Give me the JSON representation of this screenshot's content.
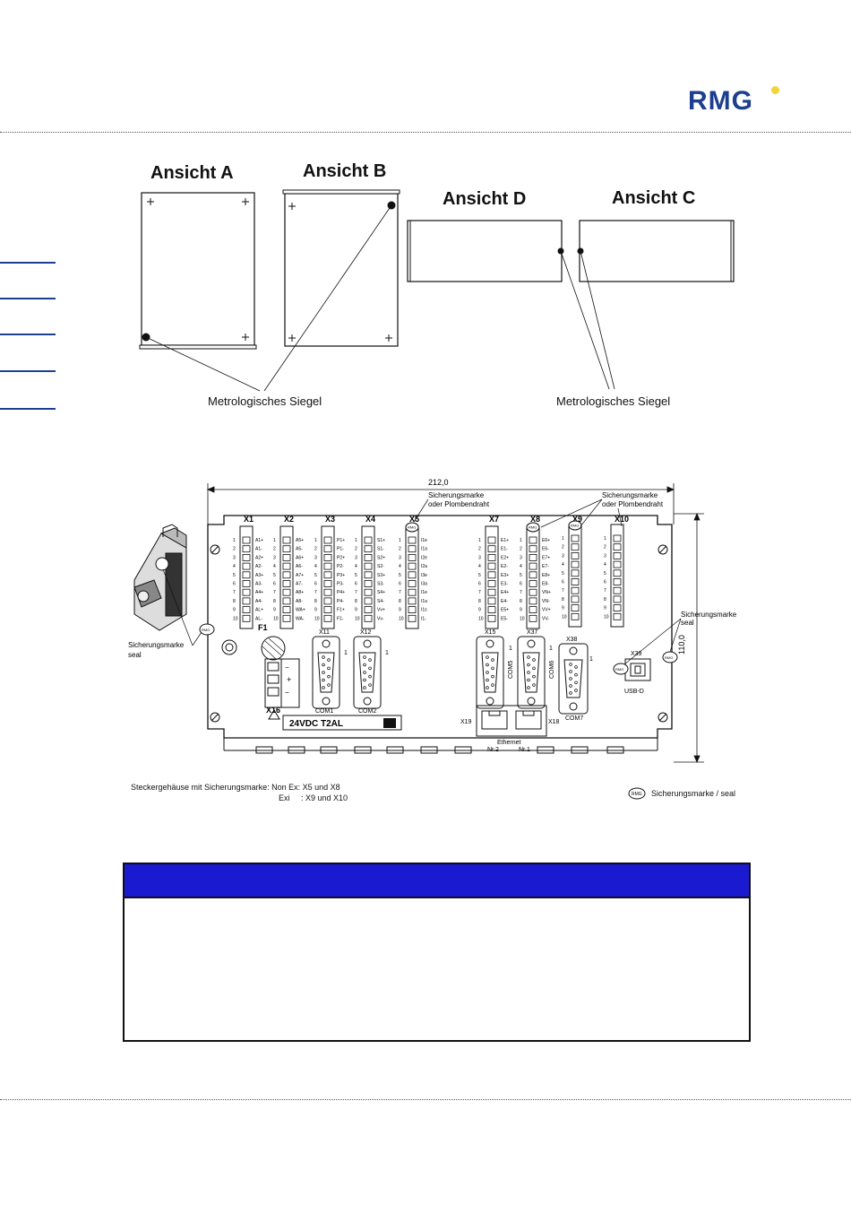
{
  "brand": {
    "logo_text": "RMG",
    "accent_color": "#1e3f8f",
    "dot_color": "#f0d43a"
  },
  "views": {
    "a": "Ansicht A",
    "b": "Ansicht B",
    "d": "Ansicht D",
    "c": "Ansicht C",
    "seal_label_left": "Metrologisches Siegel",
    "seal_label_right": "Metrologisches Siegel"
  },
  "panel": {
    "width_dim": "212,0",
    "height_dim": "110,0",
    "seal_note_1": "Sicherungsmarke",
    "seal_note_2": "oder Plombendraht",
    "seal_note_3": "Sicherungsmarke",
    "seal_note_4": "oder Plombendraht",
    "seal_right_1": "Sicherungsmarke",
    "seal_right_2": "seal",
    "seal_left_1": "Sicherungsmarke",
    "seal_left_2": "seal",
    "terminal_labels": [
      "X1",
      "X2",
      "X3",
      "X4",
      "X5",
      "X7",
      "X8",
      "X9",
      "X10"
    ],
    "x1_pins": [
      "A1+",
      "A1-",
      "A2+",
      "A2-",
      "A3+",
      "A3-",
      "A4+",
      "A4-",
      "AL+",
      "AL-"
    ],
    "x2_pins": [
      "A5+",
      "A5-",
      "A6+",
      "A6-",
      "A7+",
      "A7-",
      "A8+",
      "A8-",
      "WA+",
      "WA-"
    ],
    "x3_pins": [
      "P1+",
      "P1-",
      "P2+",
      "P2-",
      "P3+",
      "P3-",
      "P4+",
      "P4-",
      "F1+",
      "F1-"
    ],
    "x4_pins": [
      "S1+",
      "S1-",
      "S2+",
      "S2-",
      "S3+",
      "S3-",
      "S4+",
      "S4-",
      "Vv+",
      "Vv-"
    ],
    "x5_pins": [
      "I1e",
      "I1a",
      "I2e",
      "I2a",
      "I3e",
      "I3a",
      "I1e",
      "I1a",
      "I1s",
      "I1-"
    ],
    "x7_pins": [
      "E1+",
      "E1-",
      "E2+",
      "E2-",
      "E3+",
      "E3-",
      "E4+",
      "E4-",
      "E5+",
      "E5-"
    ],
    "x8_pins": [
      "E6+",
      "E6-",
      "E7+",
      "E7-",
      "E8+",
      "E8-",
      "VN+",
      "VN-",
      "VV+",
      "VV-"
    ],
    "fuse": "F1",
    "x11": "X11",
    "x12": "X12",
    "com1": "COM1",
    "com2": "COM2",
    "x15": "X15",
    "x37": "X37",
    "x38": "X38",
    "com5": "COM5",
    "com6": "COM6",
    "com7": "COM7",
    "x39": "X39",
    "usb": "USB-D",
    "x16": "X16",
    "power": "24VDC  T2AL",
    "x19": "X19",
    "x18": "X18",
    "ethernet": "Ethernet",
    "nr2": "Nr.2",
    "nr1": "Nr.1",
    "pin_one": "1",
    "rmg_small": "RMG"
  },
  "notes": {
    "line1": "Steckergehäuse mit Sicherungsmarke: Non Ex:  X5 und X8",
    "line2a": "Exi",
    "line2b": ":  X9 und X10",
    "legend": "Sicherungsmarke / seal"
  }
}
